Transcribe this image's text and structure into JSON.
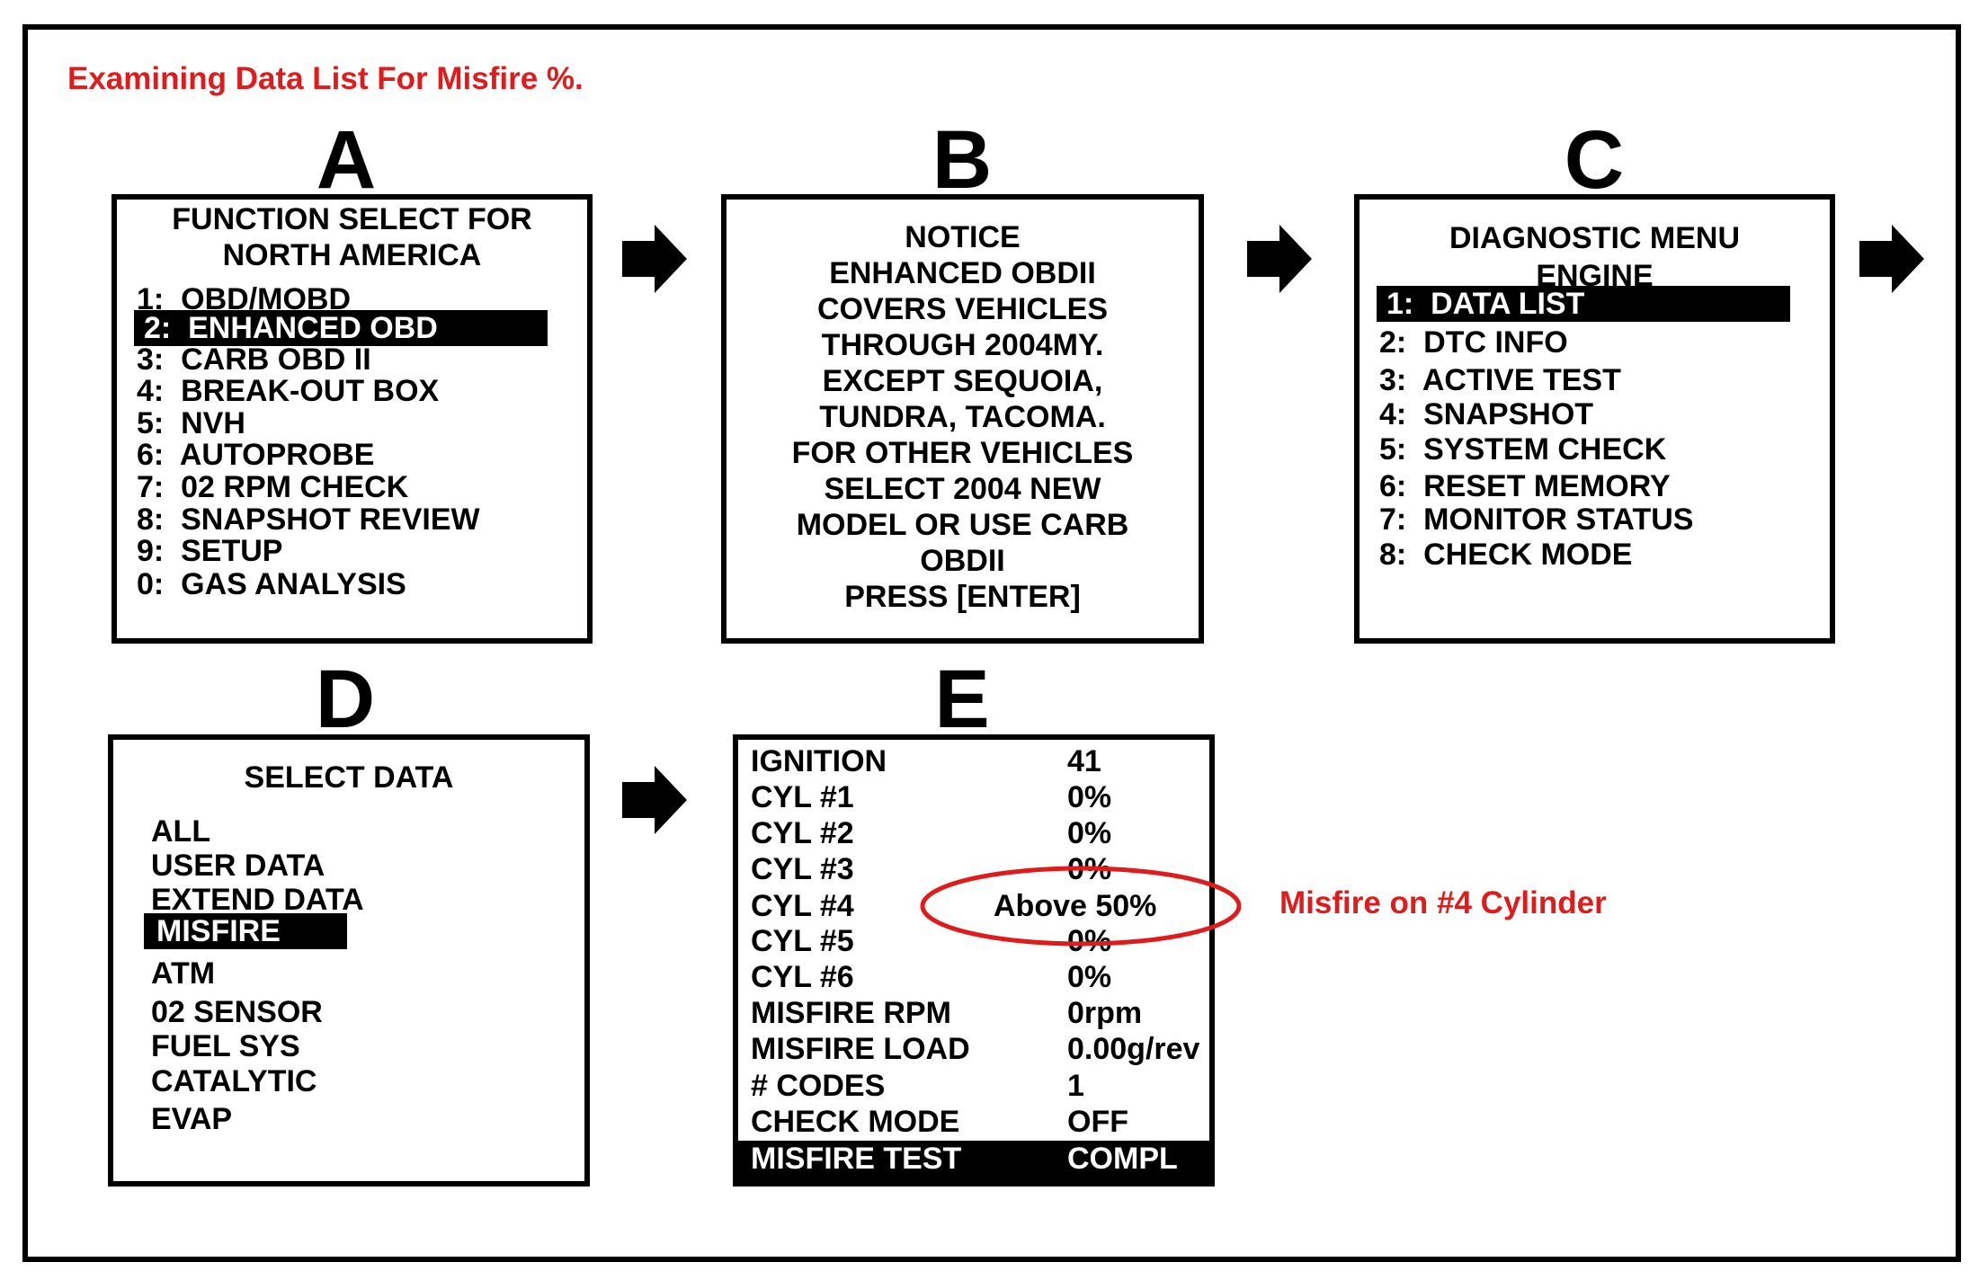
{
  "heading": "Examining Data List For Misfire %.",
  "panel_a": {
    "letter": "A",
    "title_lines": [
      "FUNCTION SELECT FOR",
      "NORTH AMERICA"
    ],
    "items": [
      "1:  OBD/MOBD",
      "2:  ENHANCED OBD",
      "3:  CARB OBD II",
      "4:  BREAK-OUT BOX",
      "5:  NVH",
      "6:  AUTOPROBE",
      "7:  02 RPM CHECK",
      "8:  SNAPSHOT REVIEW",
      "9:  SETUP",
      "0:  GAS ANALYSIS"
    ],
    "selected_index": 1
  },
  "panel_b": {
    "letter": "B",
    "lines": [
      "NOTICE",
      "ENHANCED OBDII",
      "COVERS VEHICLES",
      "THROUGH 2004MY.",
      "EXCEPT SEQUOIA,",
      "TUNDRA, TACOMA.",
      "FOR OTHER VEHICLES",
      "SELECT 2004 NEW",
      "MODEL OR USE CARB",
      "OBDII",
      "PRESS [ENTER]"
    ]
  },
  "panel_c": {
    "letter": "C",
    "title_lines": [
      "DIAGNOSTIC MENU",
      "ENGINE"
    ],
    "items": [
      "1:  DATA LIST",
      "2:  DTC INFO",
      "3:  ACTIVE TEST",
      "4:  SNAPSHOT",
      "5:  SYSTEM CHECK",
      "6:  RESET MEMORY",
      "7:  MONITOR STATUS",
      "8:  CHECK MODE"
    ],
    "selected_index": 0
  },
  "panel_d": {
    "letter": "D",
    "title": "SELECT DATA",
    "items": [
      "ALL",
      "USER DATA",
      "EXTEND DATA",
      "MISFIRE",
      "ATM",
      "02 SENSOR",
      "FUEL SYS",
      "CATALYTIC",
      "EVAP"
    ],
    "selected_index": 3
  },
  "panel_e": {
    "letter": "E",
    "rows": [
      {
        "label": "IGNITION",
        "value": "41"
      },
      {
        "label": "CYL #1",
        "value": "0%"
      },
      {
        "label": "CYL #2",
        "value": "0%"
      },
      {
        "label": "CYL #3",
        "value": "0%"
      },
      {
        "label": "CYL #4",
        "value": "Above 50%"
      },
      {
        "label": "CYL #5",
        "value": "0%"
      },
      {
        "label": "CYL #6",
        "value": "0%"
      },
      {
        "label": "MISFIRE RPM",
        "value": "0rpm"
      },
      {
        "label": "MISFIRE LOAD",
        "value": "0.00g/rev"
      },
      {
        "label": "# CODES",
        "value": "1"
      },
      {
        "label": "CHECK MODE",
        "value": "OFF"
      },
      {
        "label": "MISFIRE TEST",
        "value": "COMPL"
      }
    ]
  },
  "annotation": {
    "text": "Misfire on #4 Cylinder",
    "color": "#e01b1b"
  },
  "arrow_icon": "right-arrow-icon"
}
